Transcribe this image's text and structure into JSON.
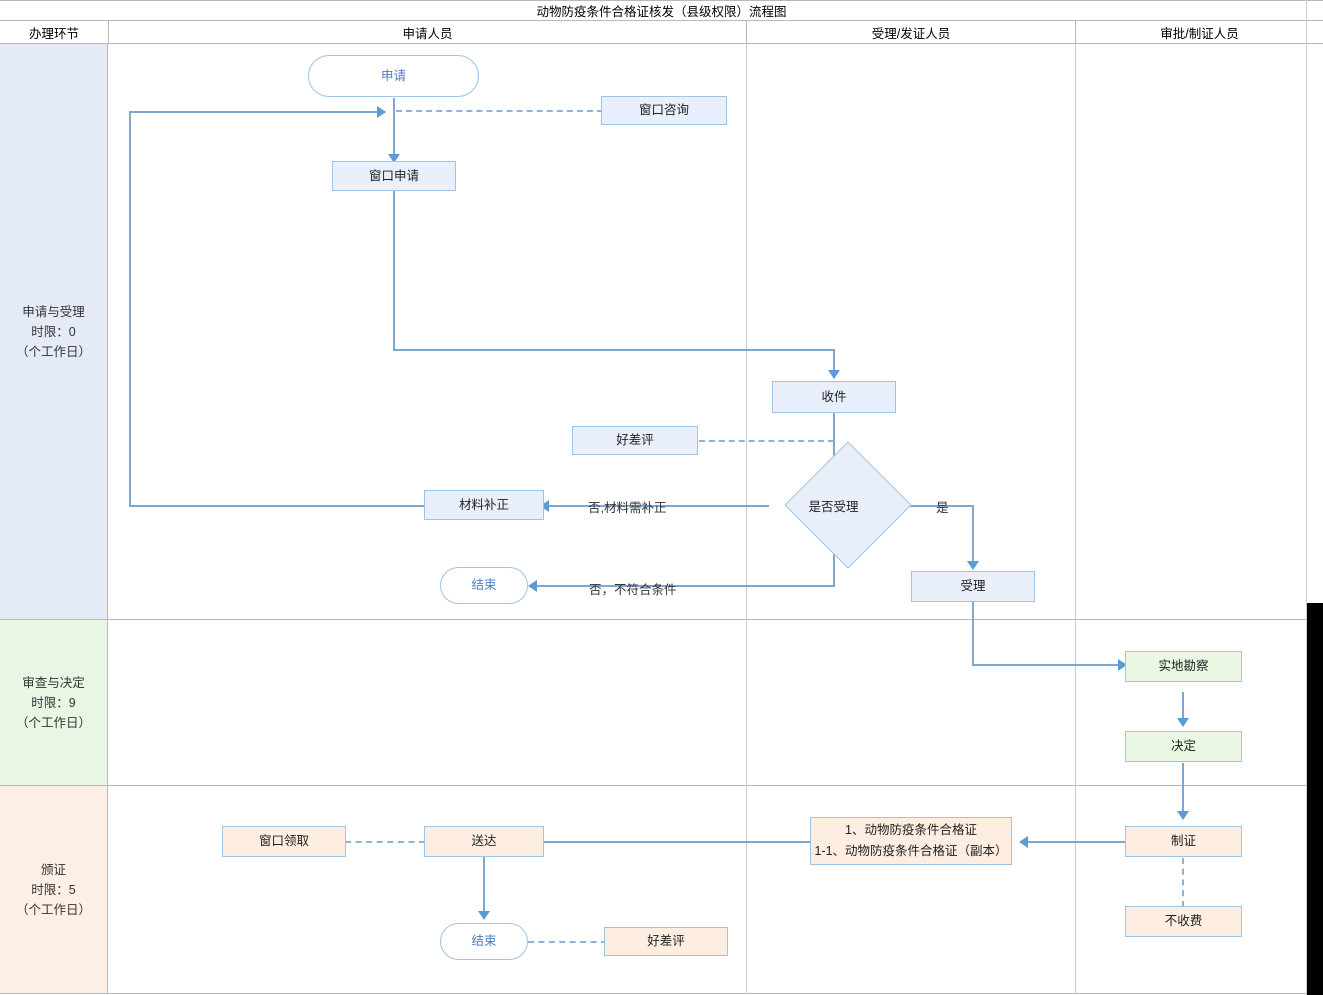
{
  "title": "动物防疫条件合格证核发（县级权限）流程图",
  "header": {
    "columns": [
      {
        "key": "stage",
        "label": "办理环节"
      },
      {
        "key": "applicant",
        "label": "申请人员"
      },
      {
        "key": "acceptor",
        "label": "受理/发证人员"
      },
      {
        "key": "approver",
        "label": "审批/制证人员"
      }
    ]
  },
  "stages": [
    {
      "name": "申请与受理",
      "limit": "时限：0",
      "unit": "（个工作日）",
      "color": "#e4ebf7"
    },
    {
      "name": "审查与决定",
      "limit": "时限：9",
      "unit": "（个工作日）",
      "color": "#e9f6e4"
    },
    {
      "name": "颁证",
      "limit": "时限：5",
      "unit": "（个工作日）",
      "color": "#fdefe4"
    }
  ],
  "nodes": {
    "start": "申请",
    "window_consult": "窗口咨询",
    "window_apply": "窗口申请",
    "receive": "收件",
    "rating_1": "好差评",
    "decide_accept": "是否受理",
    "material_fix": "材料补正",
    "end_1": "结束",
    "accept": "受理",
    "site_survey": "实地勘察",
    "decision": "决定",
    "cert_make": "制证",
    "no_fee": "不收费",
    "cert_list_line1": "1、动物防疫条件合格证",
    "cert_list_line2": "1-1、动物防疫条件合格证（副本）",
    "deliver": "送达",
    "window_pickup": "窗口领取",
    "end_2": "结束",
    "rating_2": "好差评"
  },
  "edge_labels": {
    "no_need_fix": "否,材料需补正",
    "no_not_qualified": "否，不符合条件",
    "yes": "是"
  },
  "colors": {
    "node_blue_fill": "#e9effb",
    "node_blue_border": "#9dc3e6",
    "node_green_fill": "#e9f7e3",
    "node_green_border": "#a9cfa0",
    "node_peach_fill": "#fdeee1",
    "connector": "#7ba9d4",
    "arrow": "#5b9bd5",
    "terminator_text": "#4a7fc1",
    "grid_line": "#b8b8b8"
  }
}
